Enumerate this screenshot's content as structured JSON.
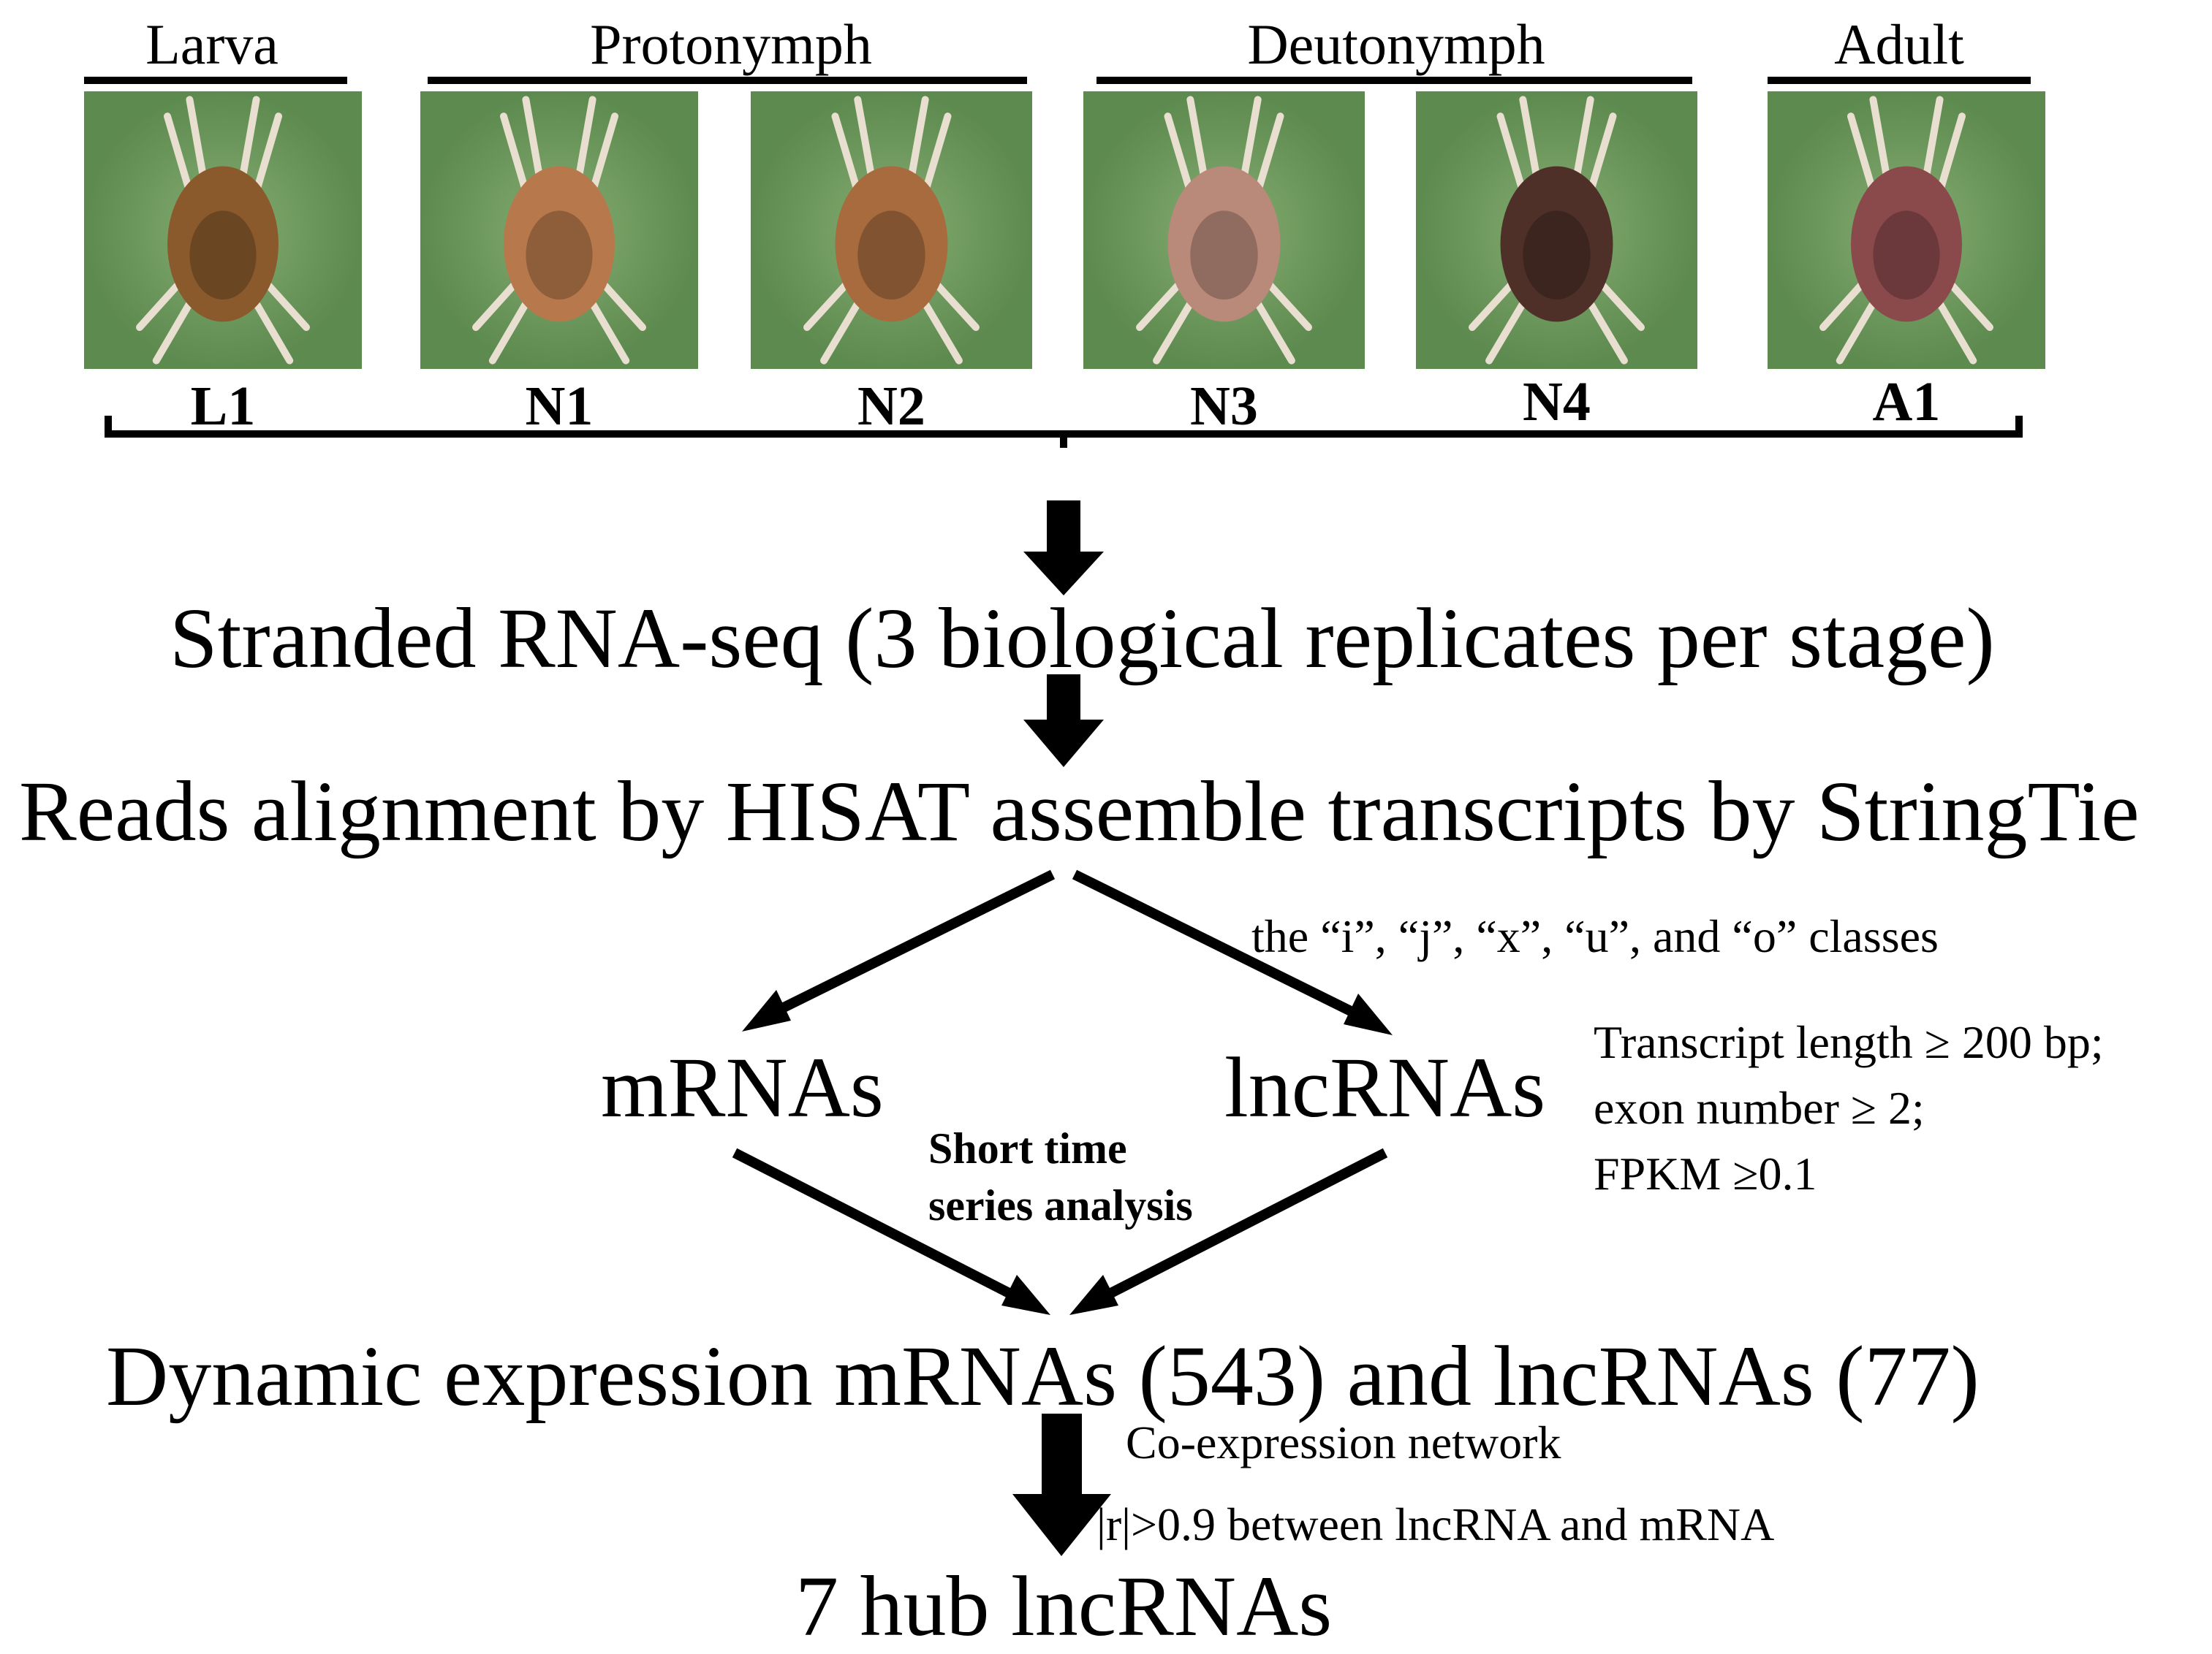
{
  "stages": [
    {
      "label": "Larva"
    },
    {
      "label": "Protonymph"
    },
    {
      "label": "Deutonymph"
    },
    {
      "label": "Adult"
    }
  ],
  "samples": [
    {
      "label": "L1",
      "body_color": "#8a5a2c"
    },
    {
      "label": "N1",
      "body_color": "#b7794c"
    },
    {
      "label": "N2",
      "body_color": "#a76b3e"
    },
    {
      "label": "N3",
      "body_color": "#b9897a"
    },
    {
      "label": "N4",
      "body_color": "#4e3028"
    },
    {
      "label": "A1",
      "body_color": "#8a4a4c"
    }
  ],
  "flow": {
    "step1": "Stranded RNA-seq (3 biological replicates per stage)",
    "step2": "Reads alignment by HISAT assemble transcripts by StringTie",
    "classes_note": "the “i”, “j”, “x”, “u”, and “o” classes",
    "mrnas": "mRNAs",
    "lncrnas": "lncRNAs",
    "criteria": [
      "Transcript length ≥ 200 bp;",
      "exon number ≥ 2;",
      "FPKM ≥0.1"
    ],
    "sts_line1": "Short time",
    "sts_line2": "series analysis",
    "dynamic": "Dynamic expression mRNAs (543) and lncRNAs (77)",
    "coexp": "Co-expression network",
    "threshold": "|r|>0.9 between lncRNA and mRNA",
    "hub": "7 hub lncRNAs"
  },
  "colors": {
    "leaf_green": "#6f9a5e",
    "ink": "#000000"
  }
}
